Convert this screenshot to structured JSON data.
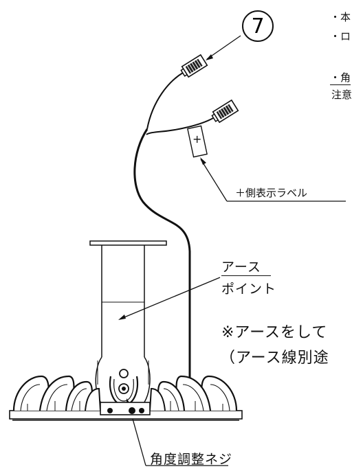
{
  "callout_number": "7",
  "notes": {
    "line1": "・本",
    "line2": "・ロ",
    "line3": "・角",
    "line4": "注意"
  },
  "labels": {
    "plus_mark": "+",
    "plus_side_label": "＋側表示ラベル",
    "earth_title": "アース",
    "earth_point": "ポイント",
    "earth_note1": "※アースをして",
    "earth_note2": "（アース線別途",
    "angle_screw": "角度調整ネジ"
  }
}
